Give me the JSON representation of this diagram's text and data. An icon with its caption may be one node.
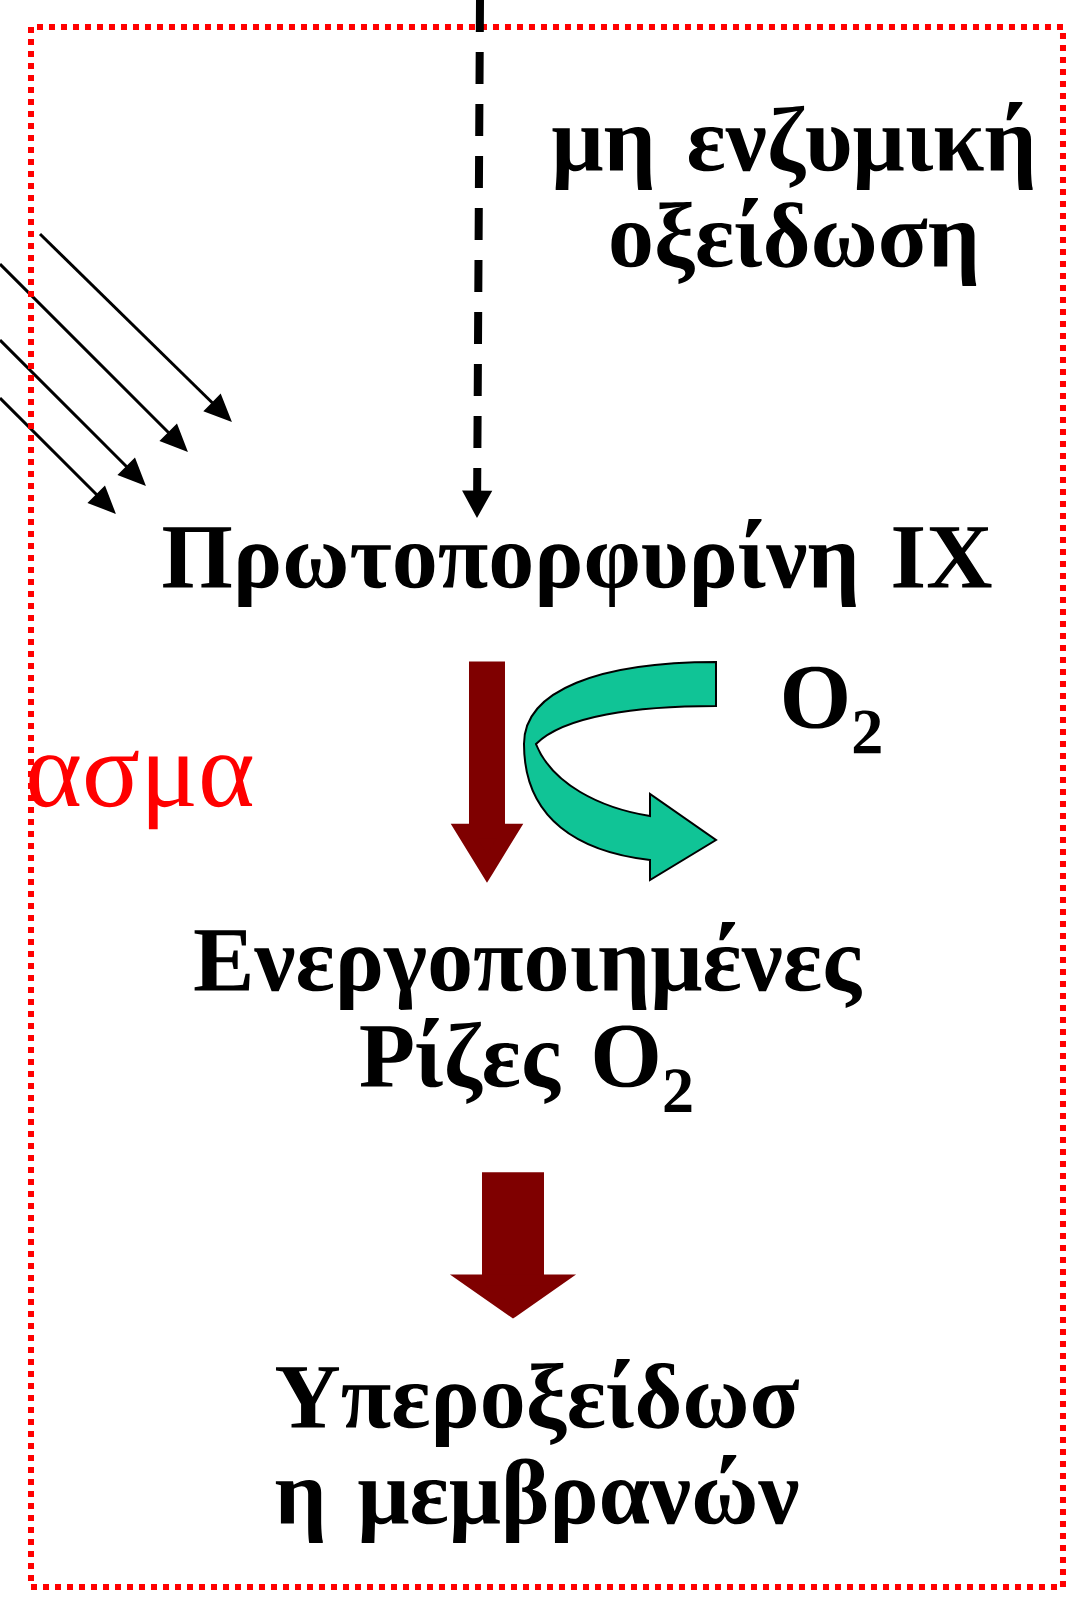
{
  "diagram": {
    "nodes": [
      {
        "text": [],
        "shape": "box"
      },
      {
        "text": [
          "Πρωτοπορφυρίνη IX"
        ],
        "in": 0
      },
      {
        "text": [
          "Ενεργοποιημένες Ρίζες O$_{2}$"
        ],
        "in": 0
      },
      {
        "text": [
          "Υπεροξείδωσ η μεμβρανών"
        ],
        "in": 0
      }
    ],
    "edges": [
      {
        "from": null,
        "to": 1,
        "arrow": "to",
        "label": "μη ενζυμική οξείδωση",
        "style": "dashed",
        "color": "#000000"
      },
      {
        "from": 1,
        "to": 2,
        "arrow": "to"
      },
      {
        "from": 2,
        "to": 3,
        "arrow": "to"
      }
    ],
    "labels": [
      "O$_{2}$",
      "ασμα"
    ]
  }
}
